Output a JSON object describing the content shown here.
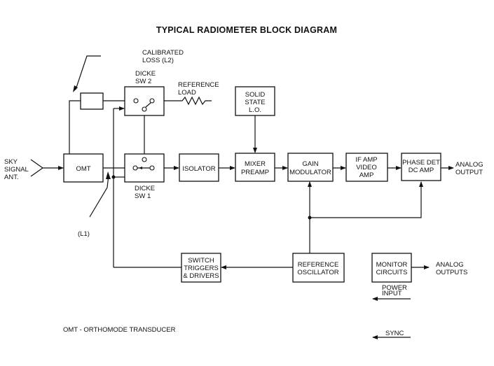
{
  "title": "TYPICAL RADIOMETER BLOCK DIAGRAM",
  "blocks": {
    "omt": [
      "OMT"
    ],
    "dicke_sw1": [
      "DICKE",
      "SW 1"
    ],
    "dicke_sw2": [
      "DICKE",
      "SW 2"
    ],
    "calibrated_loss": [
      "CALIBRATED",
      "LOSS (L2)"
    ],
    "reference_load": [
      "REFERENCE",
      "LOAD"
    ],
    "isolator": [
      "ISOLATOR"
    ],
    "solid_state_lo": [
      "SOLID",
      "STATE",
      "L.O."
    ],
    "mixer_preamp": [
      "MIXER",
      "PREAMP"
    ],
    "gain_modulator": [
      "GAIN",
      "MODULATOR"
    ],
    "if_amp": [
      "IF AMP",
      "VIDEO",
      "AMP"
    ],
    "phase_det": [
      "PHASE DET",
      "DC AMP"
    ],
    "switch_triggers": [
      "SWITCH",
      "TRIGGERS",
      "& DRIVERS"
    ],
    "reference_oscillator": [
      "REFERENCE",
      "OSCILLATOR"
    ],
    "monitor_circuits": [
      "MONITOR",
      "CIRCUITS"
    ]
  },
  "labels": {
    "sky_signal": [
      "SKY",
      "SIGNAL",
      "ANT."
    ],
    "l1": "(L1)",
    "analog_output": [
      "ANALOG",
      "OUTPUT"
    ],
    "analog_outputs": [
      "ANALOG",
      "OUTPUTS"
    ],
    "power_input": [
      "POWER",
      "INPUT"
    ],
    "sync": "SYNC",
    "legend": "OMT - ORTHOMODE TRANSDUCER"
  }
}
